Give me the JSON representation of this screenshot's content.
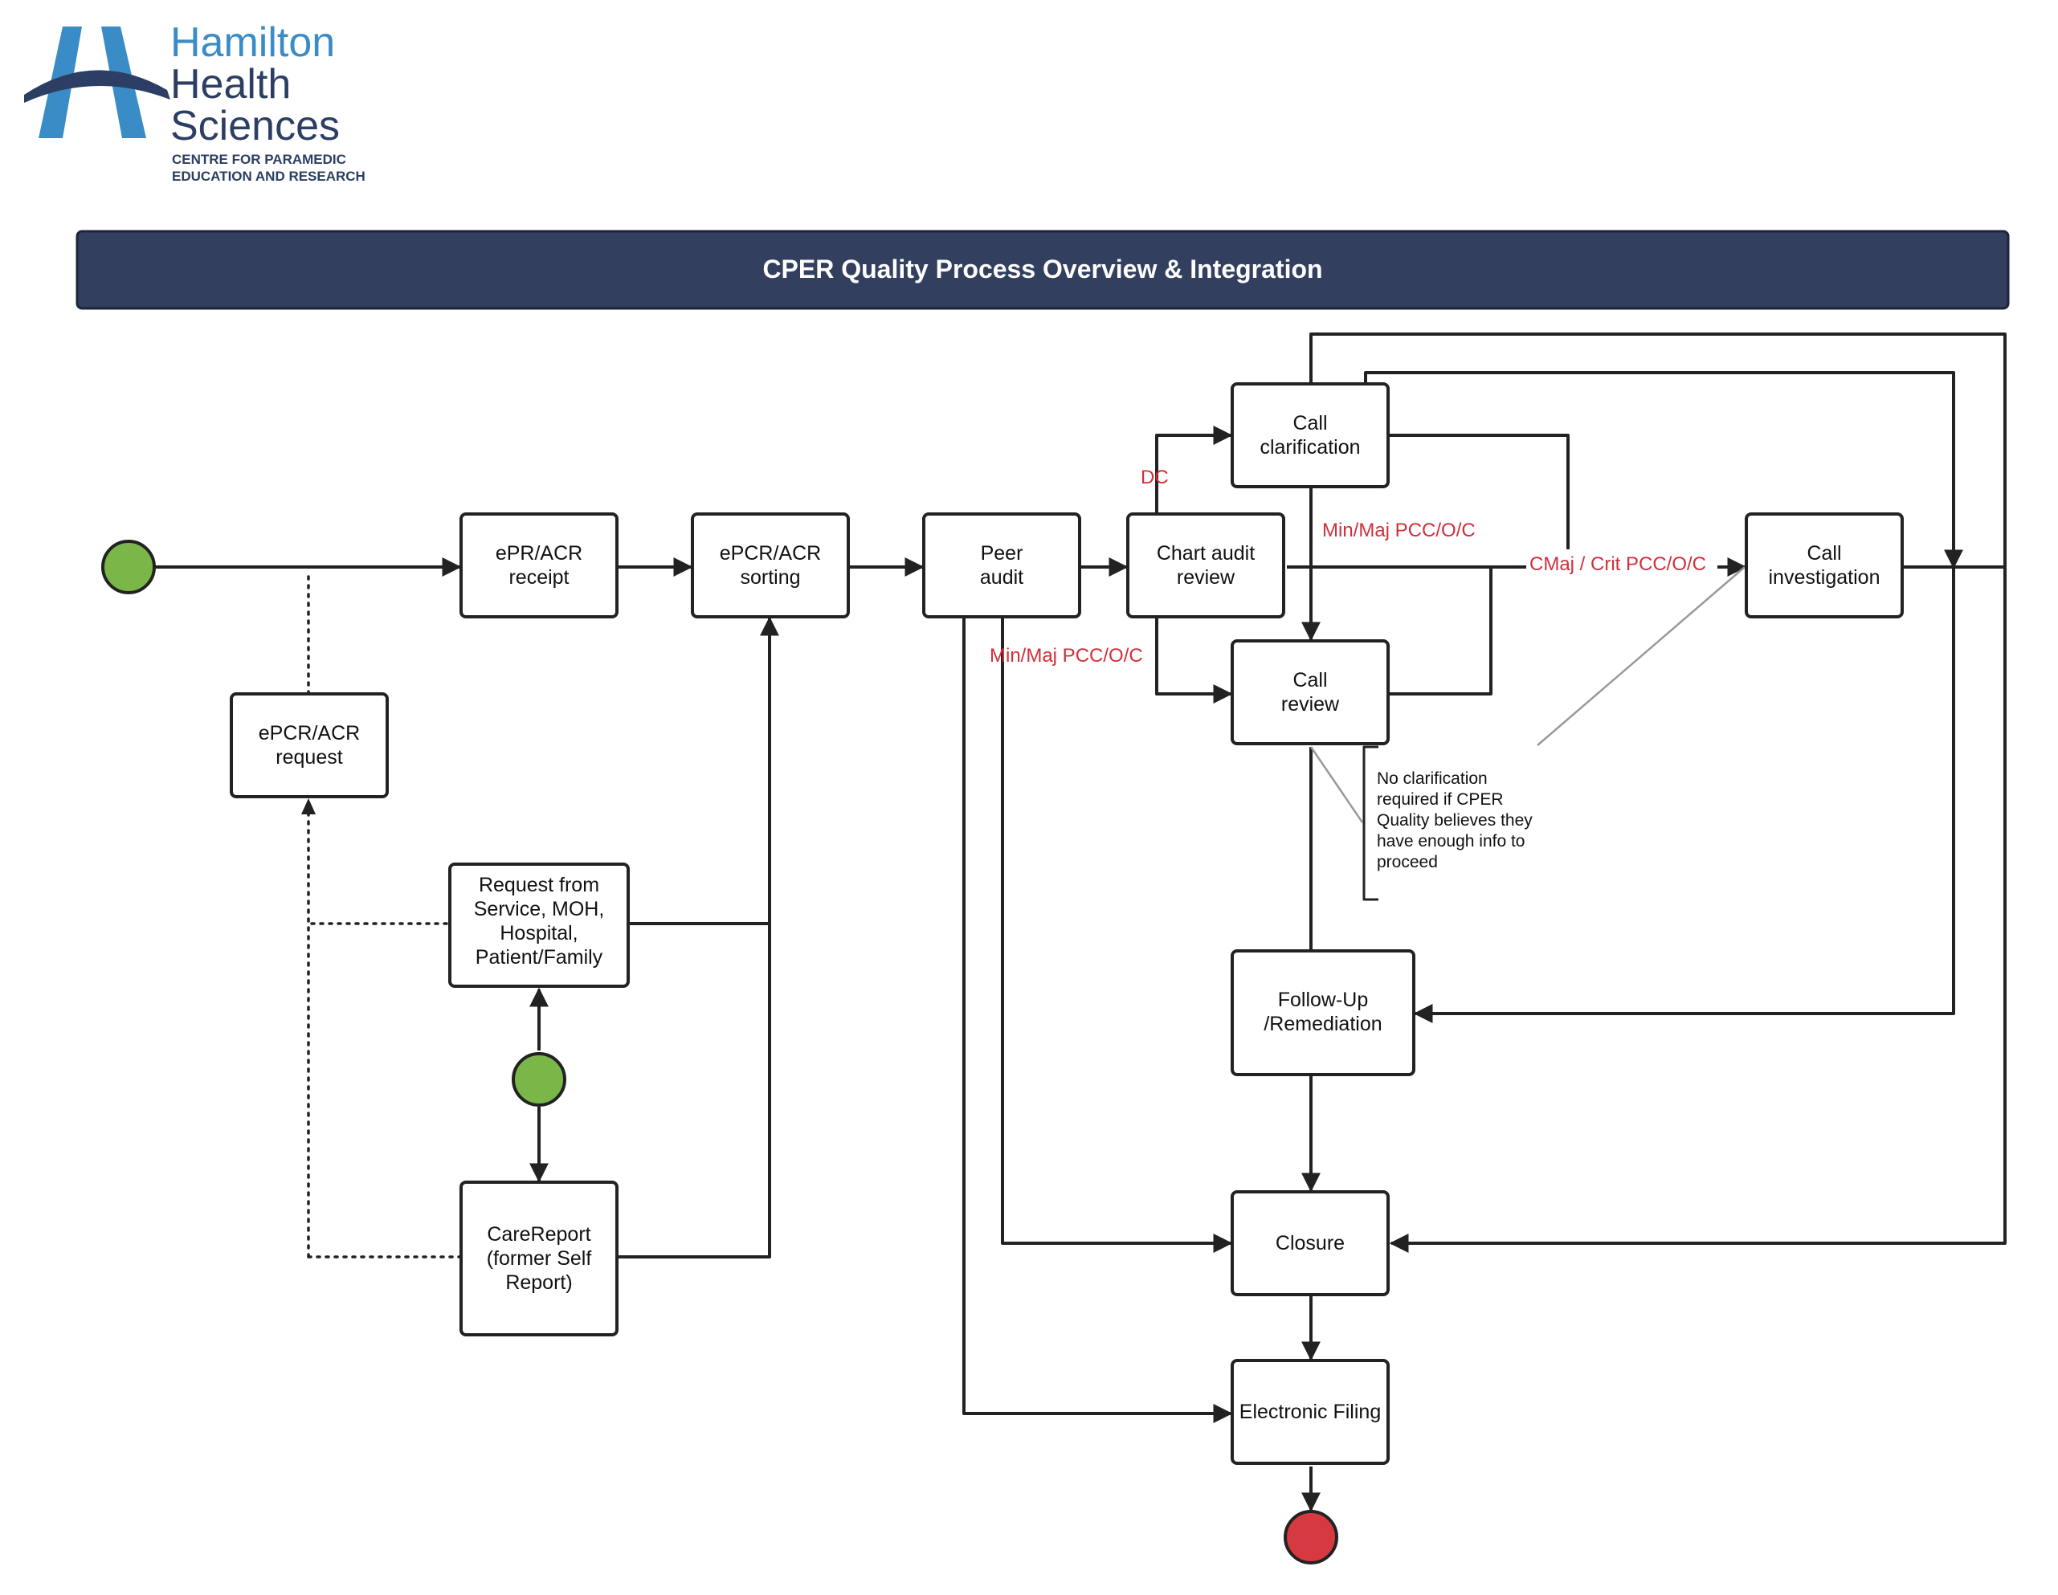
{
  "logo": {
    "lines": [
      "Hamilton",
      "Health",
      "Sciences"
    ],
    "subtitle": [
      "CENTRE FOR PARAMEDIC",
      "EDUCATION AND RESEARCH"
    ]
  },
  "title": "CPER Quality Process Overview & Integration",
  "colors": {
    "title_bar": "#323f5f",
    "start_node": "#7ab648",
    "end_node": "#d6393f",
    "edge_label": "#d12f3a",
    "logo_light_blue": "#3a8cc6",
    "logo_dark_blue": "#2c3e63"
  },
  "nodes": {
    "epr_receipt": [
      "ePR/ACR",
      "receipt"
    ],
    "epcr_sorting": [
      "ePCR/ACR",
      "sorting"
    ],
    "peer_audit": [
      "Peer",
      "audit"
    ],
    "chart_audit": [
      "Chart audit",
      "review"
    ],
    "call_clarification": [
      "Call",
      "clarification"
    ],
    "call_review": [
      "Call",
      "review"
    ],
    "call_investigation": [
      "Call",
      "investigation"
    ],
    "epcr_request": [
      "ePCR/ACR",
      "request"
    ],
    "request_from": [
      "Request from",
      "Service, MOH,",
      "Hospital,",
      "Patient/Family"
    ],
    "carereport": [
      "CareReport",
      "(former Self",
      "Report)"
    ],
    "followup": [
      "Follow-Up",
      "/Remediation"
    ],
    "closure": [
      "Closure"
    ],
    "efiling": [
      "Electronic Filing"
    ]
  },
  "edge_labels": {
    "dc": "DC",
    "minmaj_top": "Min/Maj PCC/O/C",
    "minmaj_bottom": "Min/Maj PCC/O/C",
    "cmaj": "CMaj / Crit PCC/O/C"
  },
  "note": [
    "No clarification",
    "required if CPER",
    "Quality believes they",
    "have enough info to",
    "proceed"
  ]
}
